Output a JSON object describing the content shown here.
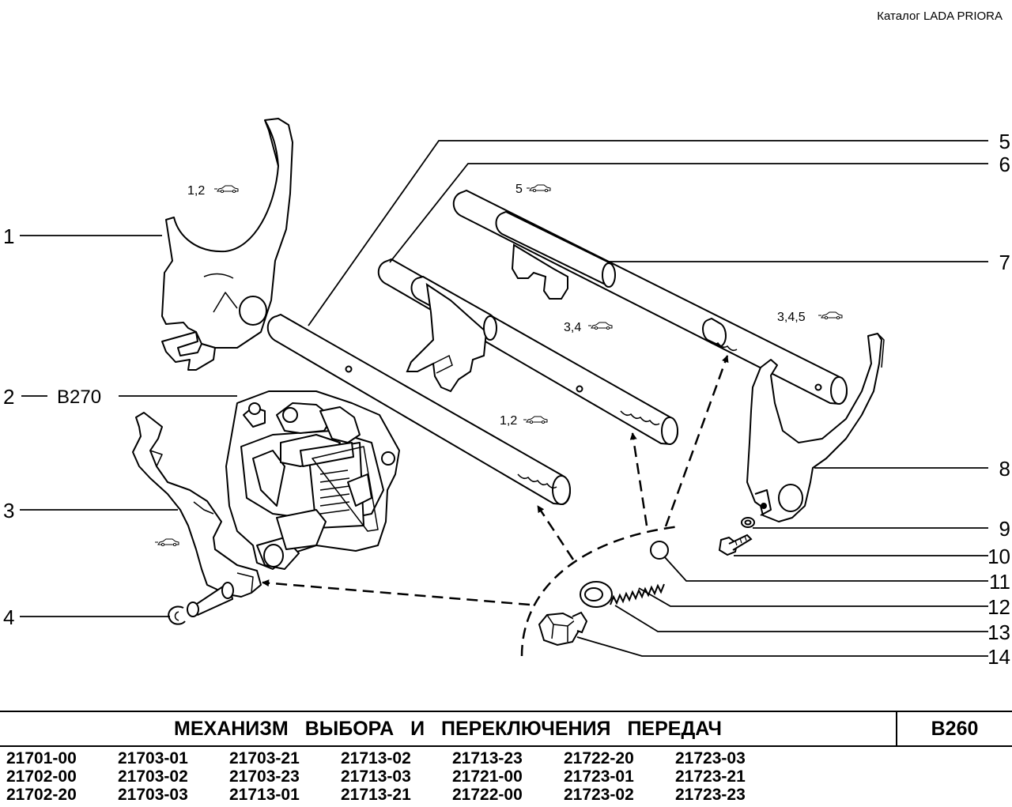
{
  "header": {
    "catalog": "Каталог  LADA  PRIORA"
  },
  "diagram": {
    "callouts": [
      "1",
      "2",
      "3",
      "4",
      "5",
      "6",
      "7",
      "8",
      "9",
      "10",
      "11",
      "12",
      "13",
      "14"
    ],
    "ref_code": "B270",
    "gear_labels": {
      "fork_12": "1,2",
      "rod_5": "5",
      "rod_34": "3,4",
      "rod_12": "1,2",
      "fork_345": "3,4,5"
    }
  },
  "footer": {
    "title": "МЕХАНИЗМ  ВЫБОРА  И  ПЕРЕКЛЮЧЕНИЯ  ПЕРЕДАЧ",
    "section_code": "B260",
    "models": [
      [
        "21701-00",
        "21703-01",
        "21703-21",
        "21713-02",
        "21713-23",
        "21722-20",
        "21723-03"
      ],
      [
        "21702-00",
        "21703-02",
        "21703-23",
        "21713-03",
        "21721-00",
        "21723-01",
        "21723-21"
      ],
      [
        "21702-20",
        "21703-03",
        "21713-01",
        "21713-21",
        "21722-00",
        "21723-02",
        "21723-23"
      ]
    ]
  }
}
